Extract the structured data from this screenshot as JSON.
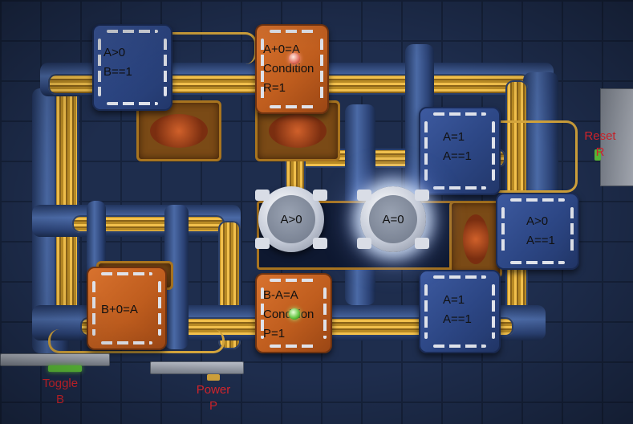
{
  "colors": {
    "blue_gate": "#2c4684",
    "orange_gate": "#bf5d1e",
    "pipe_blue": "#3a5590",
    "pipe_gold": "#f2c04c",
    "caption_red": "#e0262e",
    "indicator_green": "#5ec23a",
    "indicator_red": "#e06c5c"
  },
  "gates": {
    "top_left": {
      "line1": "A>0",
      "line2": "B==1"
    },
    "top_center": {
      "line1": "A+0=A",
      "line2": "Condition",
      "line3": "R=1"
    },
    "right_upper": {
      "line1": "A=1",
      "line2": "A==1"
    },
    "right_middle": {
      "line1": "A>0",
      "line2": "A==1"
    },
    "bottom_left": {
      "line1": "B+0=A"
    },
    "bottom_center": {
      "line1": "B-A=A",
      "line2": "Condition",
      "line3": "P=1"
    },
    "bottom_right": {
      "line1": "A=1",
      "line2": "A==1"
    }
  },
  "registers": {
    "left": {
      "label": "A>0"
    },
    "right": {
      "label": "A=0"
    }
  },
  "controls": {
    "toggle": {
      "line1": "Toggle",
      "line2": "B"
    },
    "power": {
      "line1": "Power",
      "line2": "P"
    },
    "reset": {
      "line1": "Reset",
      "line2": "R"
    }
  }
}
